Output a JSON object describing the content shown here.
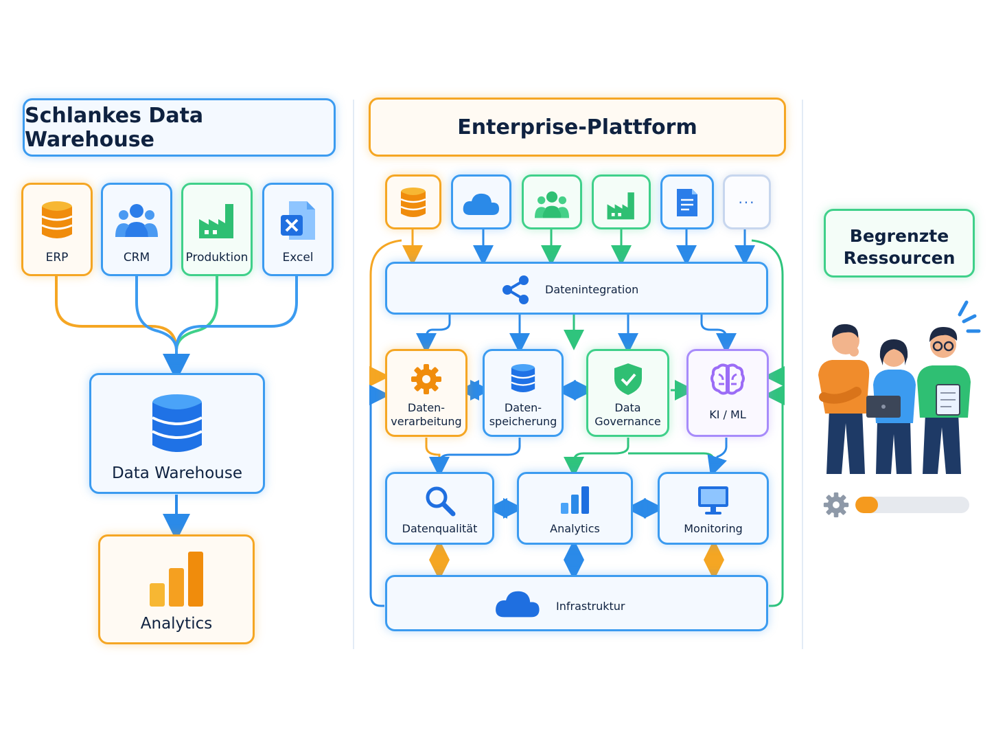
{
  "left": {
    "title": "Schlankes Data Warehouse",
    "sources": [
      {
        "label": "ERP",
        "icon": "database-icon"
      },
      {
        "label": "CRM",
        "icon": "users-icon"
      },
      {
        "label": "Produktion",
        "icon": "factory-icon"
      },
      {
        "label": "Excel",
        "icon": "excel-icon"
      }
    ],
    "warehouse": "Data Warehouse",
    "analytics": "Analytics"
  },
  "middle": {
    "title": "Enterprise-Plattform",
    "source_icons": [
      "database-icon",
      "cloud-icon",
      "users-icon",
      "factory-icon",
      "document-icon",
      "more-icon"
    ],
    "more_text": "···",
    "integration": "Datenintegration",
    "processing": {
      "line1": "Daten-",
      "line2": "verarbeitung"
    },
    "storage": {
      "line1": "Daten-",
      "line2": "speicherung"
    },
    "governance": {
      "line1": "Data",
      "line2": "Governance"
    },
    "ai": "KI / ML",
    "quality": "Datenqualität",
    "analytics": "Analytics",
    "monitoring": "Monitoring",
    "infrastructure": "Infrastruktur"
  },
  "right": {
    "title_line1": "Begrenzte",
    "title_line2": "Ressourcen",
    "progress": 0.2
  },
  "colors": {
    "blue": "#3b9bf0",
    "orange": "#f5a623",
    "green": "#3fd08a",
    "purple": "#a78bfa",
    "dark": "#0f2240"
  }
}
